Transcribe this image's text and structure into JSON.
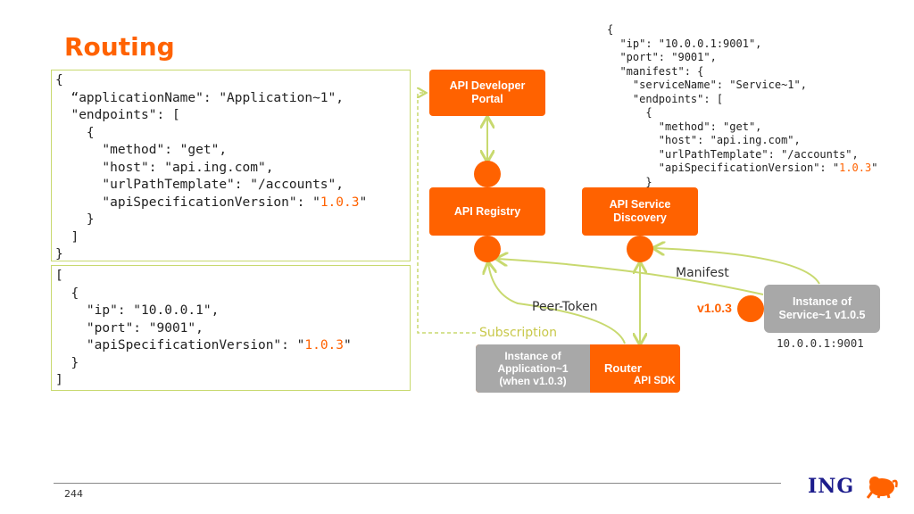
{
  "title": "Routing",
  "app_json": {
    "line1": "{",
    "line2": "  “applicationName\": \"Application~1\",",
    "line3": "  \"endpoints\": [",
    "line4": "    {",
    "line5": "      \"method\": \"get\",",
    "line6": "      \"host\": \"api.ing.com\",",
    "line7": "      \"urlPathTemplate\": \"/accounts\",",
    "line8_prefix": "      \"apiSpecificationVersion\": \"",
    "line8_version": "1.0.3",
    "line8_suffix": "\"",
    "line9": "    }",
    "line10": "  ]",
    "line11": "}"
  },
  "instances_json": {
    "line1": "[",
    "line2": "  {",
    "line3": "    \"ip\": \"10.0.0.1\",",
    "line4": "    \"port\": \"9001\",",
    "line5_prefix": "    \"apiSpecificationVersion\": \"",
    "line5_version": "1.0.3",
    "line5_suffix": "\"",
    "line6": "  }",
    "line7": "]"
  },
  "service_json": {
    "line1": "{",
    "line2": "  \"ip\": \"10.0.0.1:9001\",",
    "line3": "  \"port\": \"9001\",",
    "line4": "  \"manifest\": {",
    "line5": "    \"serviceName\": \"Service~1\",",
    "line6": "    \"endpoints\": [",
    "line7": "      {",
    "line8": "        \"method\": \"get\",",
    "line9": "        \"host\": \"api.ing.com\",",
    "line10": "        \"urlPathTemplate\": \"/accounts\",",
    "line11_prefix": "        \"apiSpecificationVersion\": \"",
    "line11_version": "1.0.3",
    "line11_suffix": "\"",
    "line12": "      }"
  },
  "nodes": {
    "api_developer_portal": "API Developer\nPortal",
    "api_registry": "API Registry",
    "api_service_discovery": "API Service\nDiscovery",
    "instance_service": "Instance of\nService~1 v1.0.5",
    "instance_application": "Instance of\nApplication~1\n(when v1.0.3)",
    "router": "Router",
    "api_sdk": "API SDK"
  },
  "labels": {
    "manifest": "Manifest",
    "peer_token": "Peer-Token",
    "subscription": "Subscription",
    "version": "v1.0.3",
    "service_address": "10.0.0.1:9001"
  },
  "footer": {
    "page_number": "244",
    "logo_text": "ING"
  },
  "colors": {
    "brand_orange": "#ff6200",
    "connector_green": "#c8d96f",
    "grey_box": "#a8a8a8",
    "ing_blue": "#1c1c8c"
  }
}
